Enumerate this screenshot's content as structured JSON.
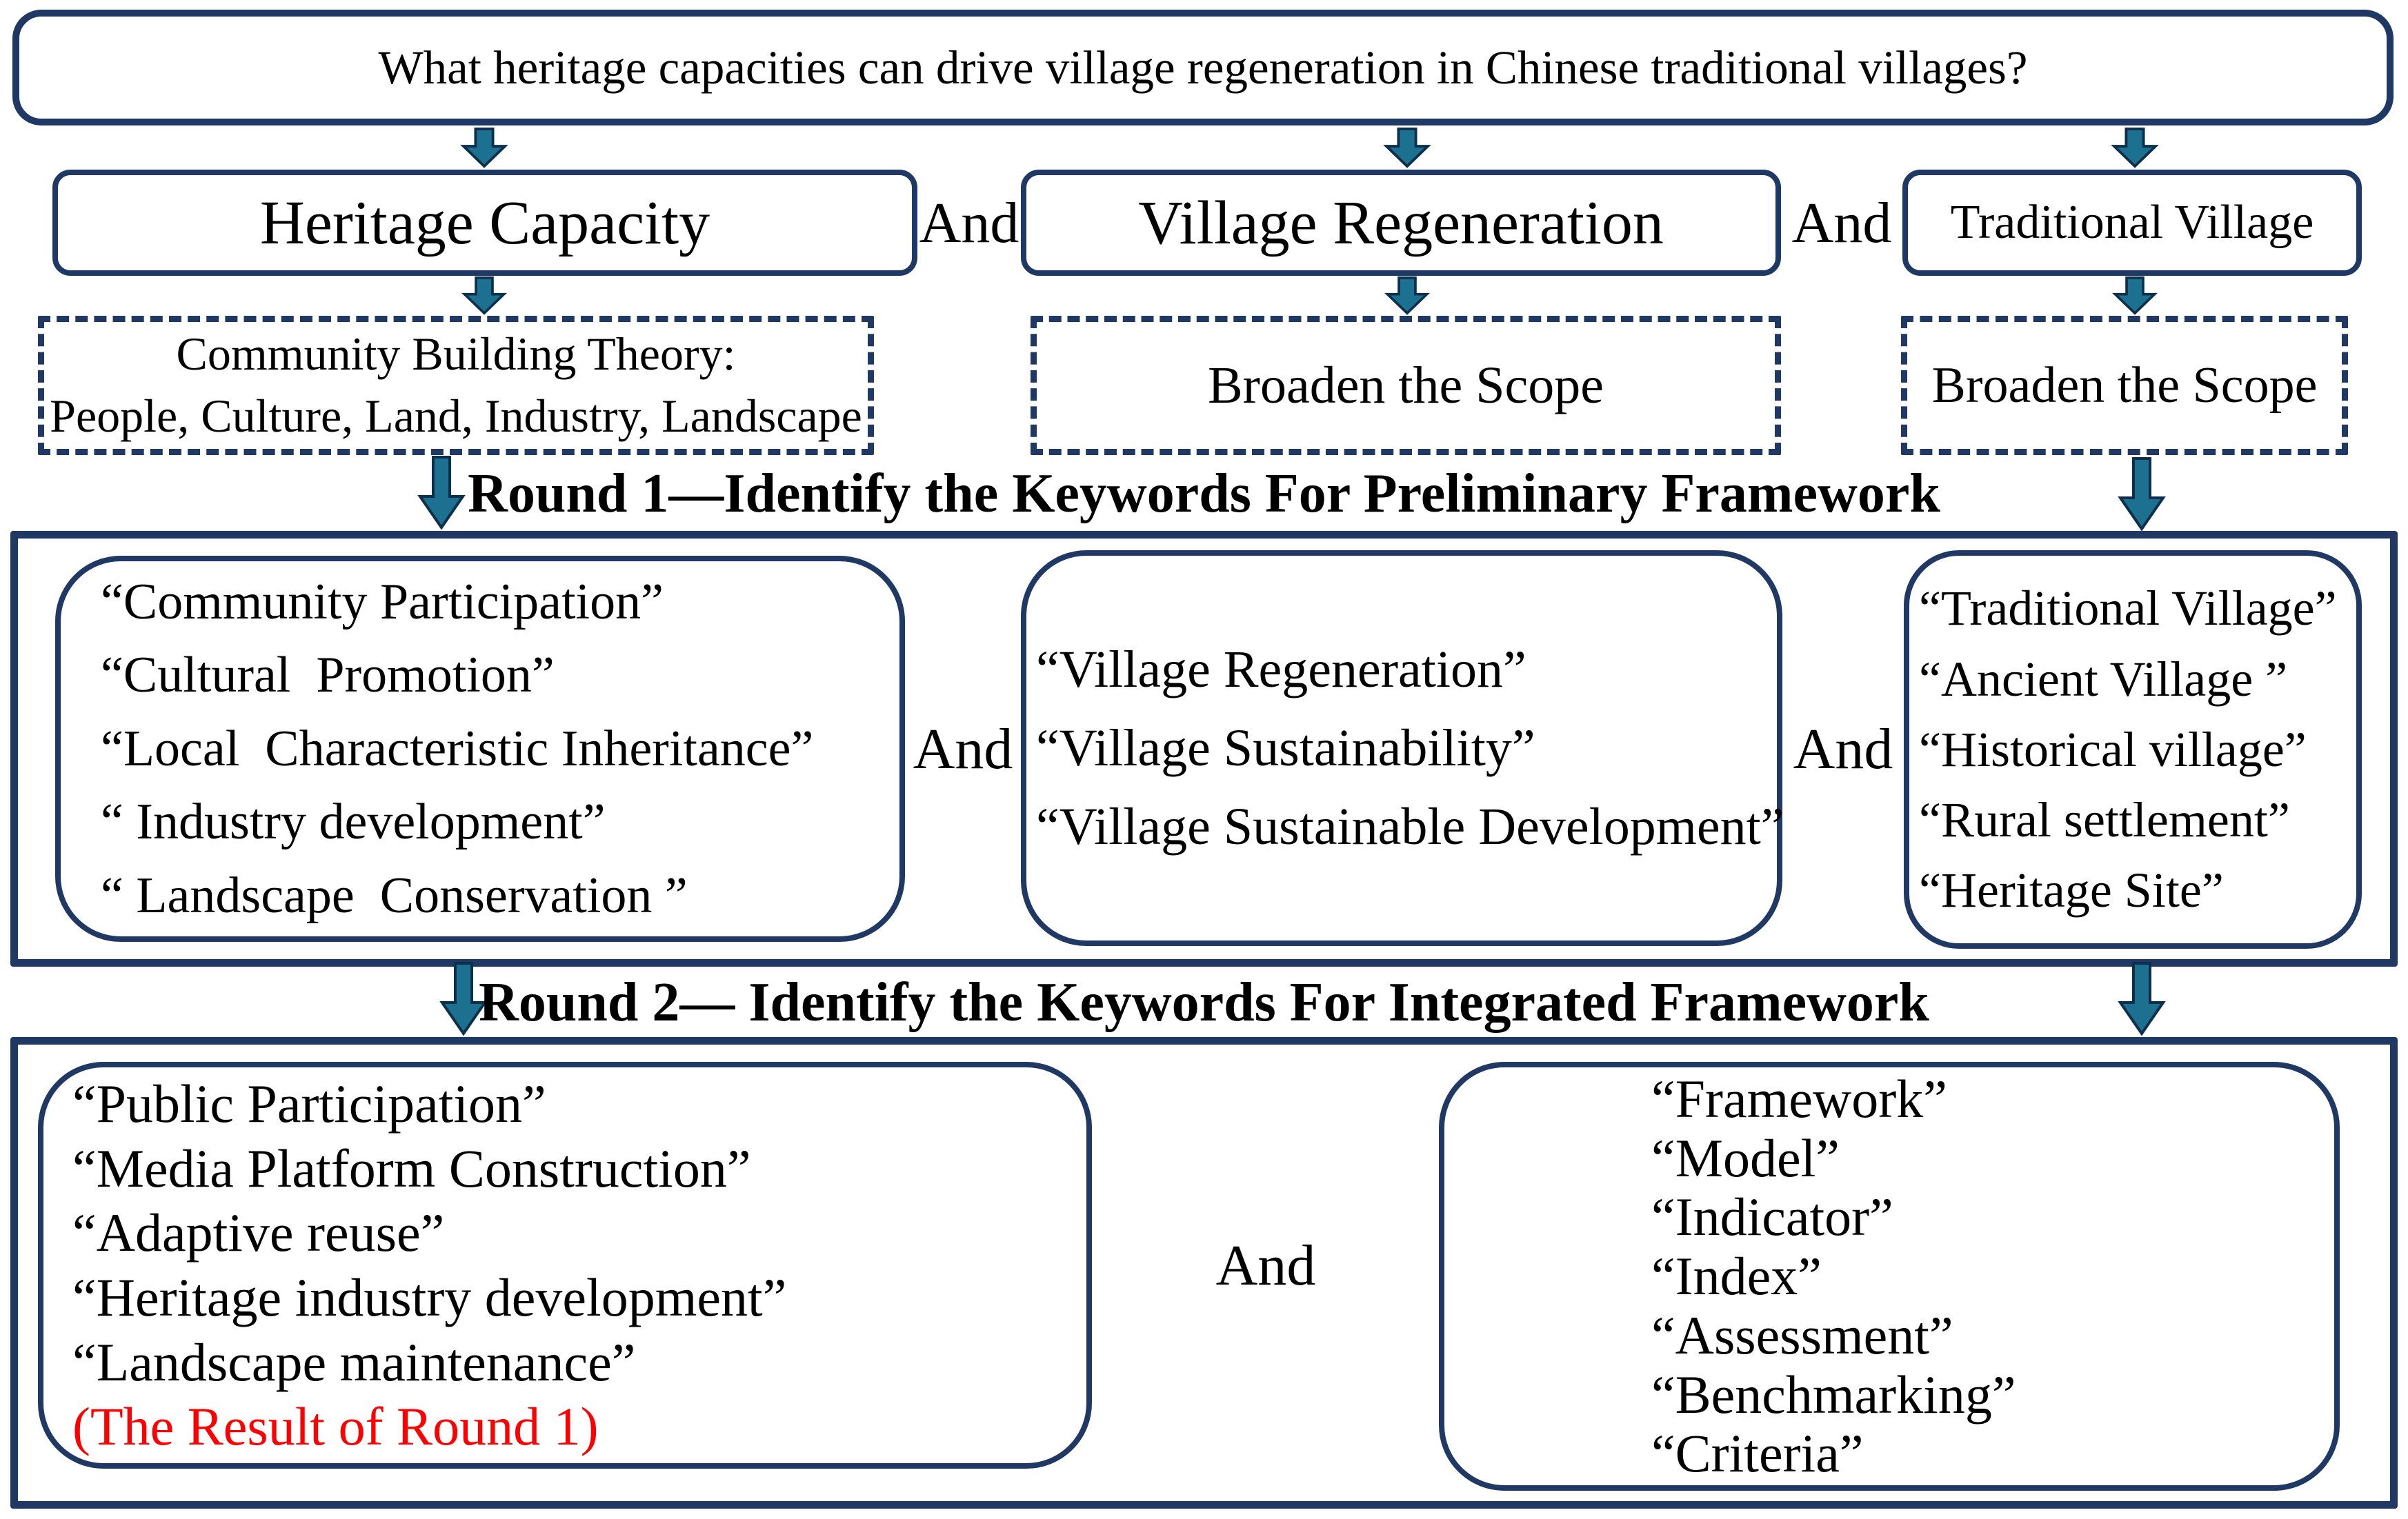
{
  "colors": {
    "border_navy": "#1f3864",
    "arrow_teal": "#1d7190",
    "arrow_outline": "#0d2f4b",
    "note_red": "#fe0000",
    "text": "#000000",
    "background": "#ffffff"
  },
  "question": "What heritage capacities can drive village regeneration in Chinese traditional villages?",
  "and_label": "And",
  "concepts": {
    "heritage_capacity": "Heritage Capacity",
    "village_regeneration": "Village Regeneration",
    "traditional_village": "Traditional Village"
  },
  "expansion": {
    "community_building_line1": "Community Building Theory:",
    "community_building_line2": "People, Culture, Land, Industry, Landscape",
    "broaden_scope_1": "Broaden the Scope",
    "broaden_scope_2": "Broaden the Scope"
  },
  "round1": {
    "title": "Round 1—Identify the Keywords For Preliminary Framework",
    "heritage_keywords": [
      "“Community Participation”",
      "“Cultural  Promotion”",
      "“Local  Characteristic Inheritance”",
      "“ Industry development”",
      "“ Landscape  Conservation ”"
    ],
    "regeneration_keywords": [
      "“Village Regeneration”",
      "“Village Sustainability”",
      "“Village Sustainable Development”"
    ],
    "village_keywords": [
      "“Traditional Village”",
      "“Ancient Village ”",
      "“Historical village”",
      "“Rural settlement”",
      "“Heritage Site”"
    ]
  },
  "round2": {
    "title": "Round 2— Identify the Keywords For Integrated Framework",
    "refined_keywords": [
      "“Public Participation”",
      "“Media Platform Construction”",
      "“Adaptive reuse”",
      "“Heritage industry development”",
      "“Landscape maintenance”"
    ],
    "refined_note": "(The Result of Round 1)",
    "framework_keywords": [
      "“Framework”",
      "“Model”",
      "“Indicator”",
      "“Index”",
      "“Assessment”",
      "“Benchmarking”",
      "“Criteria”"
    ]
  }
}
